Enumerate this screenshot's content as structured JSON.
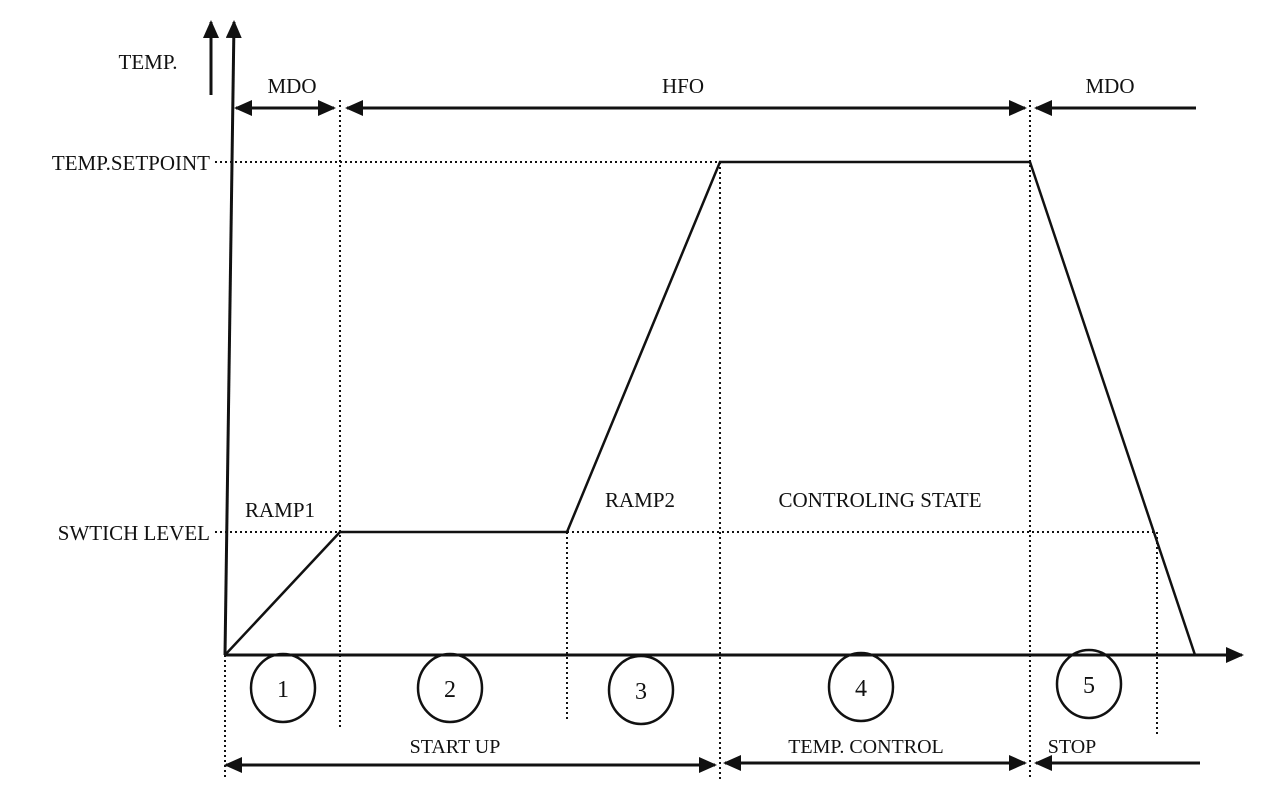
{
  "axis": {
    "y_label": "TEMP."
  },
  "levels": {
    "setpoint": "TEMP.SETPOINT",
    "switch": "SWTICH LEVEL"
  },
  "fuel": {
    "first": "MDO",
    "middle": "HFO",
    "last": "MDO"
  },
  "curve_labels": {
    "ramp1": "RAMP1",
    "ramp2": "RAMP2",
    "controlling": "CONTROLING STATE"
  },
  "phases": [
    "1",
    "2",
    "3",
    "4",
    "5"
  ],
  "stages": {
    "startup": "START UP",
    "control": "TEMP. CONTROL",
    "stop": "STOP"
  }
}
